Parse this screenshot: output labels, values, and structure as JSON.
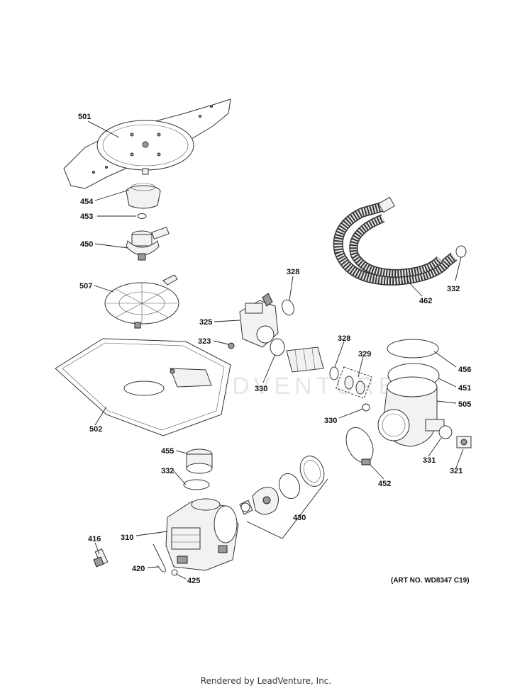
{
  "callouts": {
    "c501": "501",
    "c454": "454",
    "c453": "453",
    "c450": "450",
    "c507": "507",
    "c502": "502",
    "c455": "455",
    "c332a": "332",
    "c310": "310",
    "c416": "416",
    "c420": "420",
    "c425": "425",
    "c430": "430",
    "c325": "325",
    "c323": "323",
    "c328a": "328",
    "c330a": "330",
    "c328b": "328",
    "c329": "329",
    "c330b": "330",
    "c462": "462",
    "c332b": "332",
    "c456": "456",
    "c451": "451",
    "c505": "505",
    "c452": "452",
    "c331": "331",
    "c321": "321"
  },
  "watermark": "LEADVENTURE",
  "art_number": "(ART NO. WD8347 C19)",
  "footer": "Rendered by LeadVenture, Inc."
}
